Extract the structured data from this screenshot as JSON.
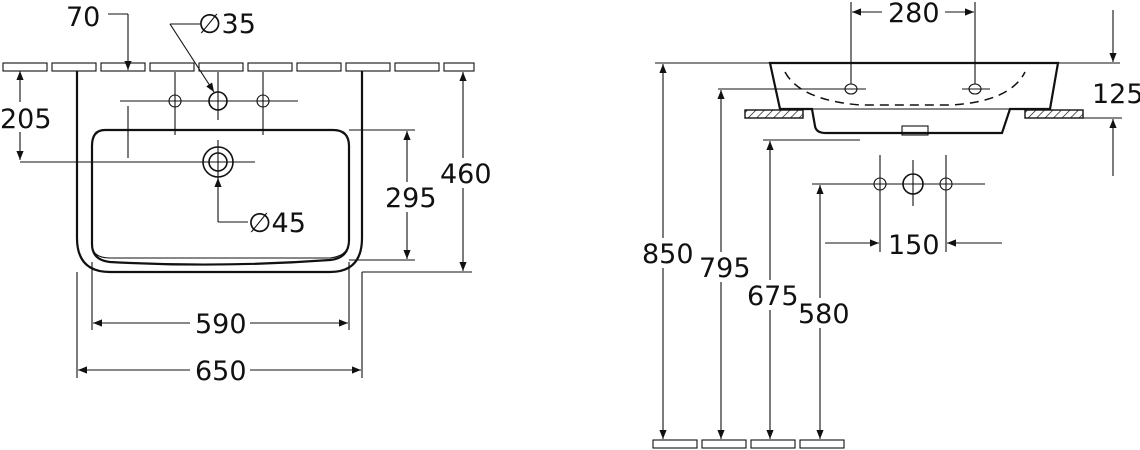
{
  "drawing": {
    "front_view": {
      "dim_tap_offset": "70",
      "dim_tap_hole": "∅35",
      "dim_overflow_depth": "205",
      "dim_waste": "∅45",
      "dim_bowl_depth": "295",
      "dim_total_depth": "460",
      "dim_bowl_width": "590",
      "dim_total_width": "650"
    },
    "side_view": {
      "dim_fixing_spacing": "280",
      "dim_height": "125",
      "dim_rim_height": "850",
      "dim_fixing_height": "795",
      "dim_underside_height": "675",
      "dim_waste_height": "580",
      "dim_waste_spacing": "150"
    }
  }
}
